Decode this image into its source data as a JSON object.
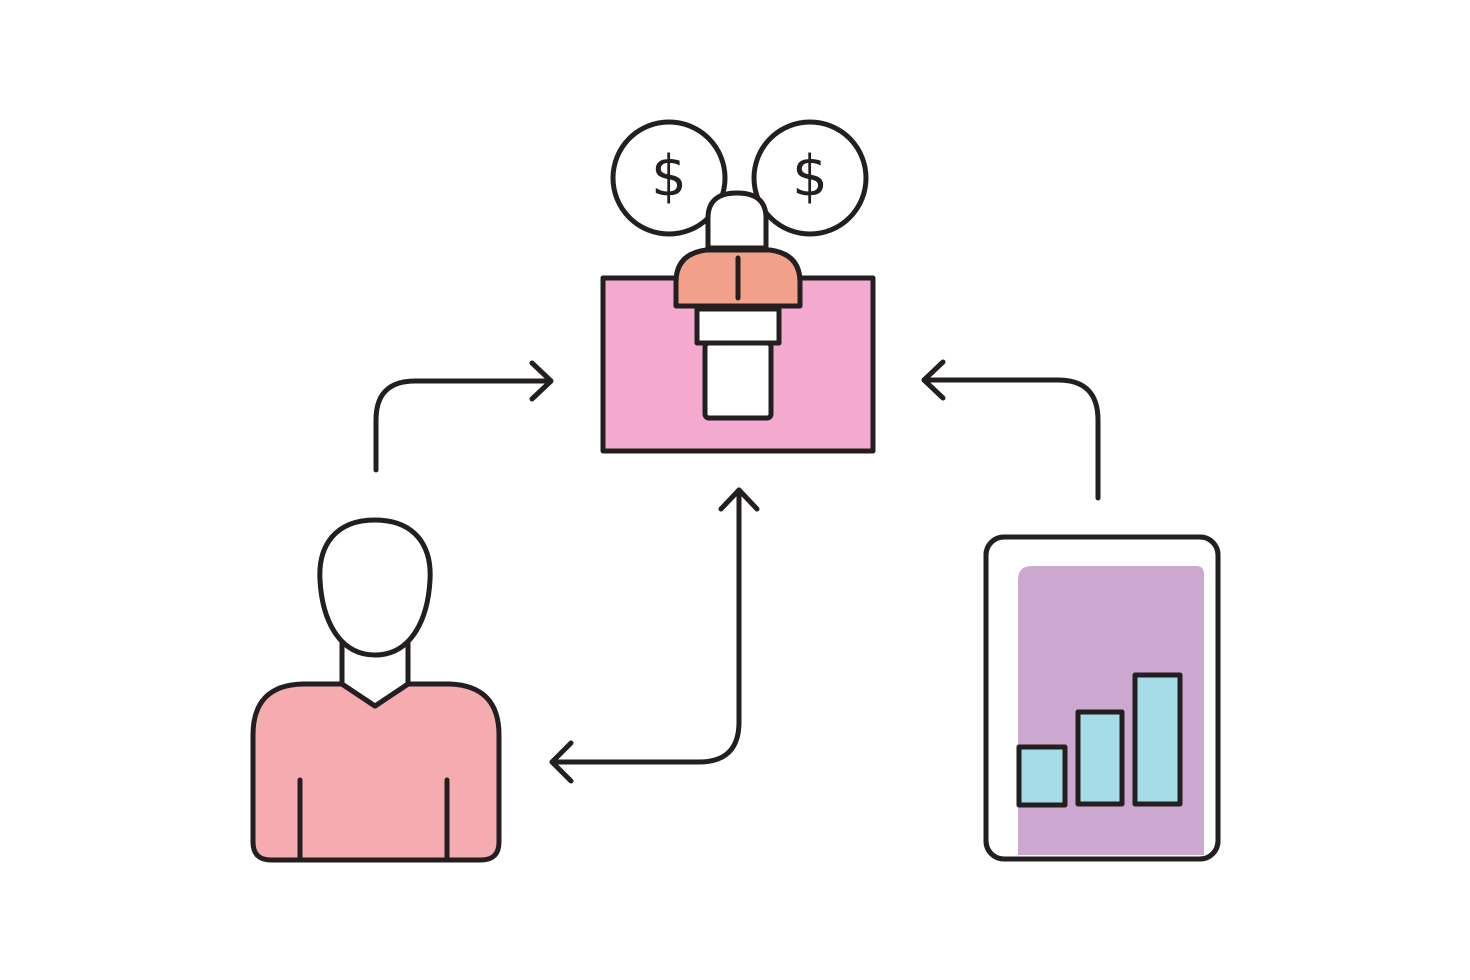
{
  "coins": [
    {
      "symbol": "$"
    },
    {
      "symbol": "$"
    }
  ],
  "colors": {
    "outline": "#231f20",
    "board": "#f4a9cf",
    "speaker_shirt": "#f3a08a",
    "person_shirt": "#f6abb1",
    "tablet_screen": "#cca7d0",
    "bars": "#a6dbe8",
    "white": "#ffffff"
  },
  "icons": {
    "center": "speaker-at-podium-icon",
    "left": "person-icon",
    "right": "tablet-bar-chart-icon",
    "coins": "dollar-coin-icon"
  },
  "tablet_chart": {
    "bar_count": 3,
    "relative_heights": [
      0.45,
      0.7,
      1.0
    ]
  }
}
